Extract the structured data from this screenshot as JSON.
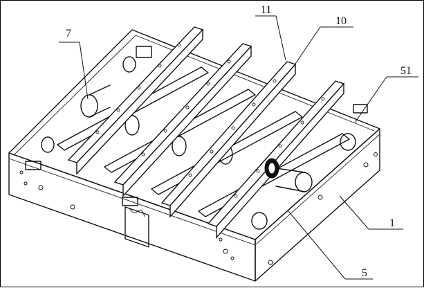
{
  "callouts": [
    {
      "id": "7",
      "label": "7"
    },
    {
      "id": "11",
      "label": "11"
    },
    {
      "id": "10",
      "label": "10"
    },
    {
      "id": "51",
      "label": "51"
    },
    {
      "id": "1",
      "label": "1"
    },
    {
      "id": "5",
      "label": "5"
    }
  ]
}
